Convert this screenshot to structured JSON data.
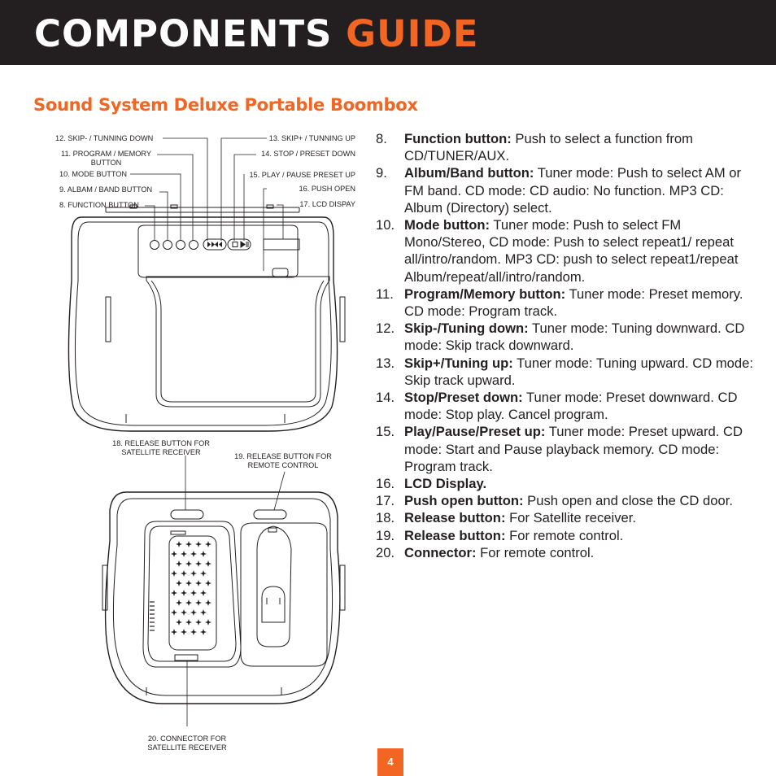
{
  "header": {
    "title_word1": "COMPONENTS",
    "title_word2": "GUIDE"
  },
  "subtitle": "Sound System Deluxe Portable Boombox",
  "callouts": {
    "c12": "12. SKIP- / TUNNING DOWN",
    "c11a": "11. PROGRAM / MEMORY",
    "c11b": "BUTTON",
    "c10": "10. MODE BUTTON",
    "c9": "9. ALBAM / BAND BUTTON",
    "c8": "8. FUNCTION BUTTON",
    "c13": "13. SKIP+ / TUNNING UP",
    "c14": "14. STOP / PRESET DOWN",
    "c15": "15. PLAY / PAUSE PRESET UP",
    "c16": "16. PUSH OPEN",
    "c17": "17. LCD DISPAY",
    "c18a": "18. RELEASE BUTTON FOR",
    "c18b": "SATELLITE RECEIVER",
    "c19a": "19. RELEASE BUTTON FOR",
    "c19b": "REMOTE CONTROL",
    "c20a": "20. CONNECTOR FOR",
    "c20b": "SATELLITE RECEIVER"
  },
  "items": [
    {
      "num": "8.",
      "term": "Function button:",
      "text": " Push to select a function from CD/TUNER/AUX."
    },
    {
      "num": "9.",
      "term": "Album/Band button:",
      "text": " Tuner mode: Push to select AM or FM band. CD mode: CD audio: No function. MP3 CD: Album (Directory) select."
    },
    {
      "num": "10.",
      "term": "Mode button:",
      "text": " Tuner mode: Push to select FM Mono/Stereo, CD mode: Push to select repeat1/ repeat all/intro/random. MP3 CD: push to select repeat1/repeat Album/repeat/all/intro/random."
    },
    {
      "num": "11.",
      "term": "Program/Memory button:",
      "text": " Tuner mode: Preset memory. CD mode: Program track."
    },
    {
      "num": "12.",
      "term": "Skip-/Tuning down:",
      "text": " Tuner mode: Tuning downward. CD mode: Skip track downward."
    },
    {
      "num": "13.",
      "term": "Skip+/Tuning up:",
      "text": " Tuner mode: Tuning upward. CD mode: Skip track upward."
    },
    {
      "num": "14.",
      "term": "Stop/Preset down:",
      "text": " Tuner mode: Preset downward. CD mode: Stop play. Cancel program."
    },
    {
      "num": "15.",
      "term": "Play/Pause/Preset up:",
      "text": " Tuner mode: Preset upward. CD mode: Start and Pause playback memory. CD mode: Program track."
    },
    {
      "num": "16.",
      "term": "LCD Display.",
      "text": ""
    },
    {
      "num": "17.",
      "term": "Push open button:",
      "text": " Push open and close the CD door."
    },
    {
      "num": "18.",
      "term": "Release button:",
      "text": " For Satellite receiver."
    },
    {
      "num": "19.",
      "term": "Release button:",
      "text": " For remote control."
    },
    {
      "num": "20.",
      "term": "Connector:",
      "text": " For remote control."
    }
  ],
  "page_number": "4",
  "colors": {
    "accent": "#f26522",
    "header_bg": "#231f20",
    "text": "#231f20"
  }
}
